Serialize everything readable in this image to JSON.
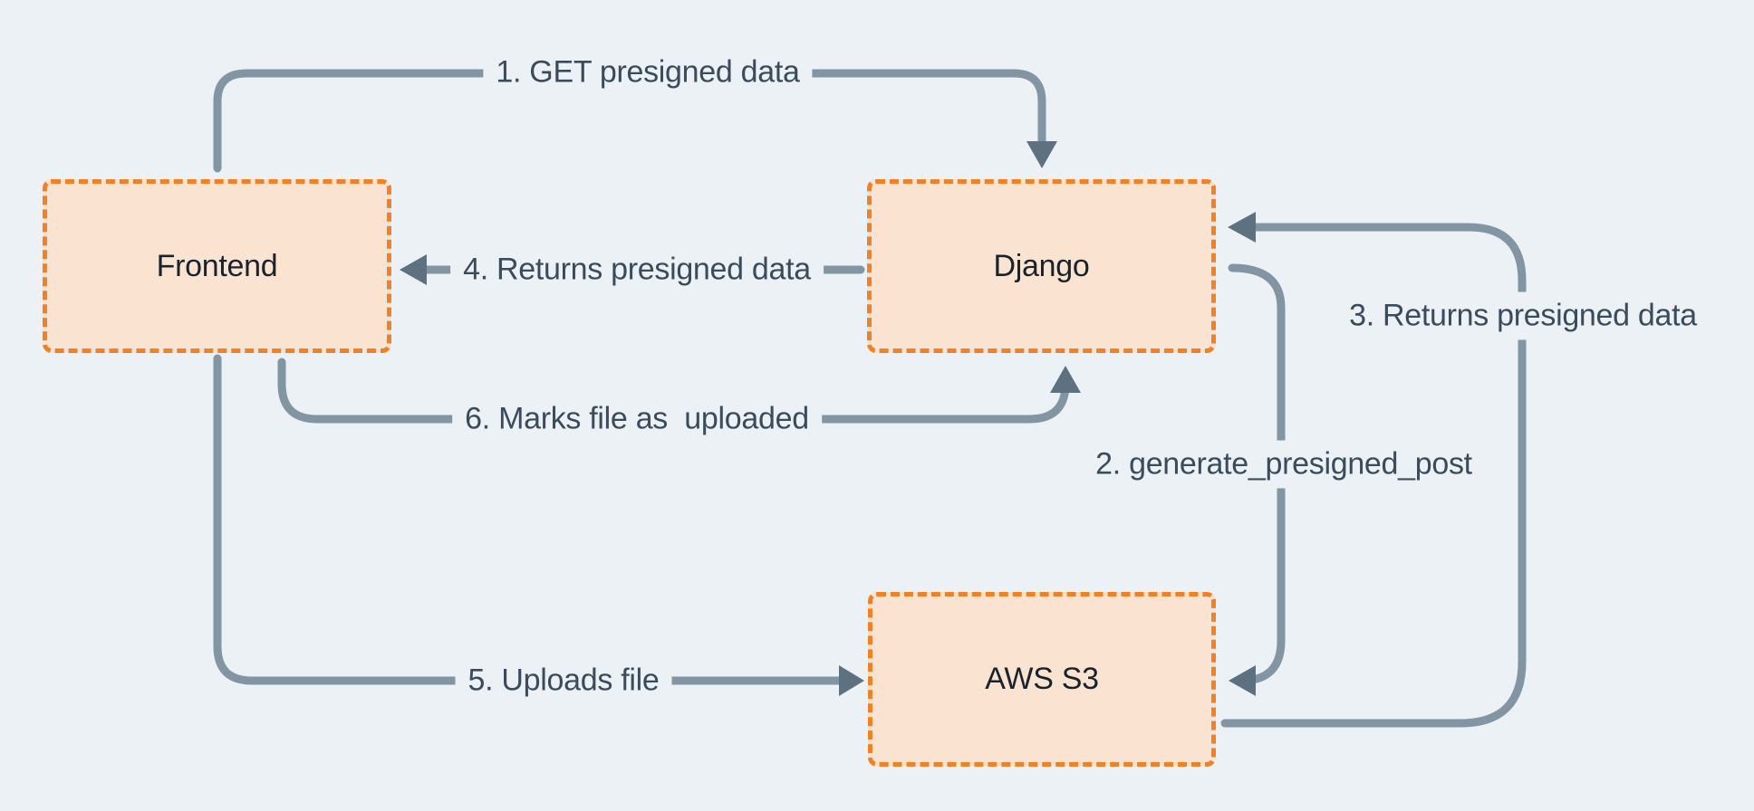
{
  "diagram": {
    "nodes": [
      {
        "id": "frontend",
        "label": "Frontend"
      },
      {
        "id": "django",
        "label": "Django"
      },
      {
        "id": "aws-s3",
        "label": "AWS S3"
      }
    ],
    "edges": [
      {
        "num": "1",
        "label": "1. GET presigned data",
        "from": "Frontend",
        "to": "Django"
      },
      {
        "num": "2",
        "label": "2. generate_presigned_post",
        "from": "Django",
        "to": "AWS S3"
      },
      {
        "num": "3",
        "label": "3. Returns presigned data",
        "from": "AWS S3",
        "to": "Django"
      },
      {
        "num": "4",
        "label": "4. Returns presigned data",
        "from": "Django",
        "to": "Frontend"
      },
      {
        "num": "5",
        "label": "5. Uploads file",
        "from": "Frontend",
        "to": "AWS S3"
      },
      {
        "num": "6",
        "label": "6. Marks file as  uploaded",
        "from": "Frontend",
        "to": "Django"
      }
    ],
    "colors": {
      "background": "#ECF1F5",
      "node_fill": "#FBE3D2",
      "node_border": "#F08126",
      "edge_line": "#8295A2",
      "edge_arrowhead": "#5E7180",
      "edge_text": "#3A4C5B",
      "node_text": "#19232E"
    }
  }
}
